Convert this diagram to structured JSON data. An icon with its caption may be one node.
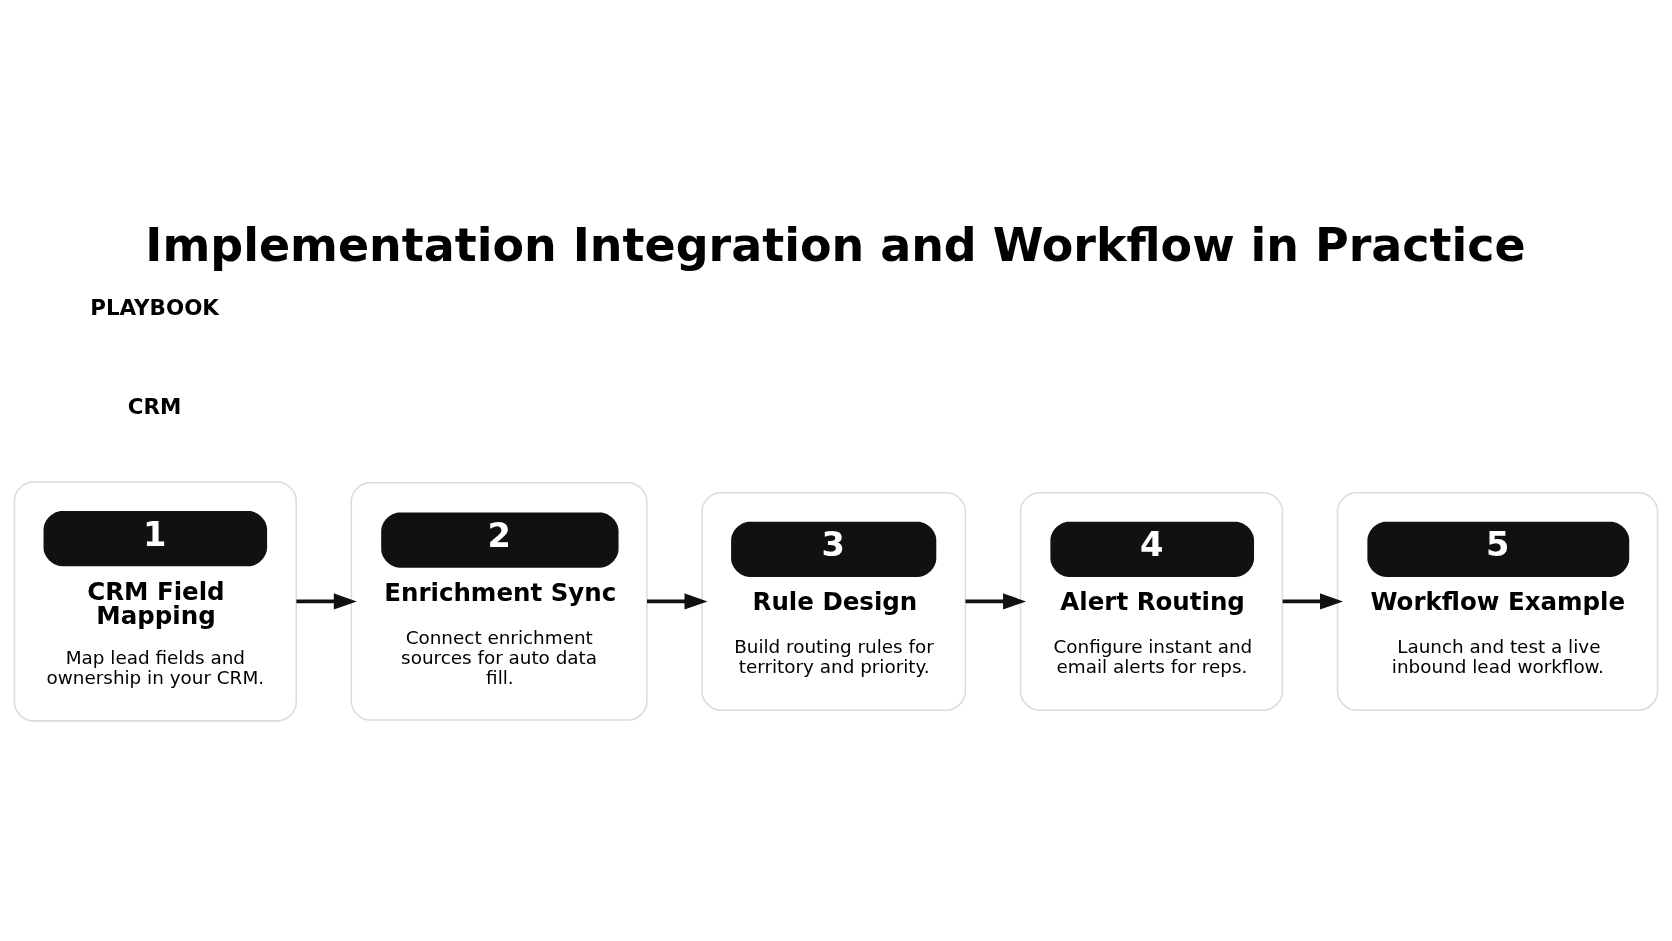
{
  "diagram": {
    "title": "Implementation Integration and Workflow in Practice",
    "nodes": [
      {
        "text": [
          "1",
          "CRM Field Mapping",
          "Map lead fields and ownership in your CRM."
        ]
      },
      {
        "text": [
          "2",
          "Enrichment Sync",
          "Connect enrichment sources for auto data fill."
        ]
      },
      {
        "text": [
          "3",
          "Rule Design",
          "Build routing rules for territory and priority."
        ]
      },
      {
        "text": [
          "4",
          "Alert Routing",
          "Configure instant and email alerts for reps."
        ]
      },
      {
        "text": [
          "5",
          "Workflow Example",
          "Launch and test a live inbound lead workflow."
        ]
      }
    ],
    "edges": [
      {
        "from": 0,
        "to": 1,
        "arrow": "to"
      },
      {
        "from": 1,
        "to": 2,
        "arrow": "to"
      },
      {
        "from": 2,
        "to": 3,
        "arrow": "to"
      },
      {
        "from": 3,
        "to": 4,
        "arrow": "to"
      }
    ],
    "labels": [
      "CRM",
      "PLAYBOOK"
    ]
  }
}
